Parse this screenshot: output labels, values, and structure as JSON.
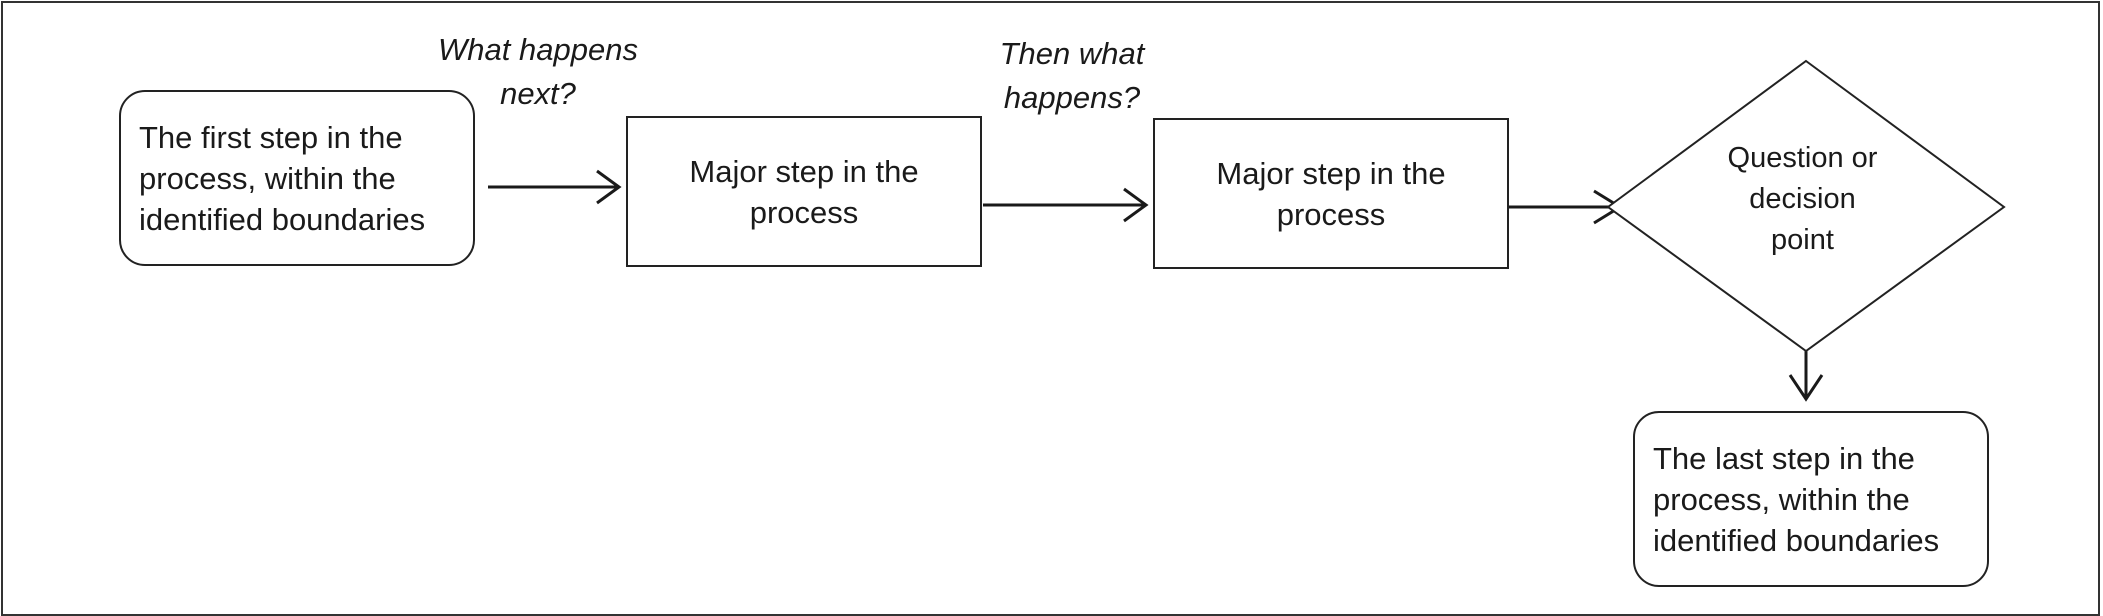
{
  "diagram": {
    "start": {
      "text": "The first step in the\nprocess, within the\nidentified boundaries"
    },
    "step1": {
      "text": "Major step in the\nprocess"
    },
    "step2": {
      "text": "Major step in the\nprocess"
    },
    "decision": {
      "text": "Question or\ndecision\npoint"
    },
    "end": {
      "text": "The last step in the\nprocess, within the\nidentified boundaries"
    },
    "question1": "What happens\nnext?",
    "question2": "Then what\nhappens?"
  }
}
